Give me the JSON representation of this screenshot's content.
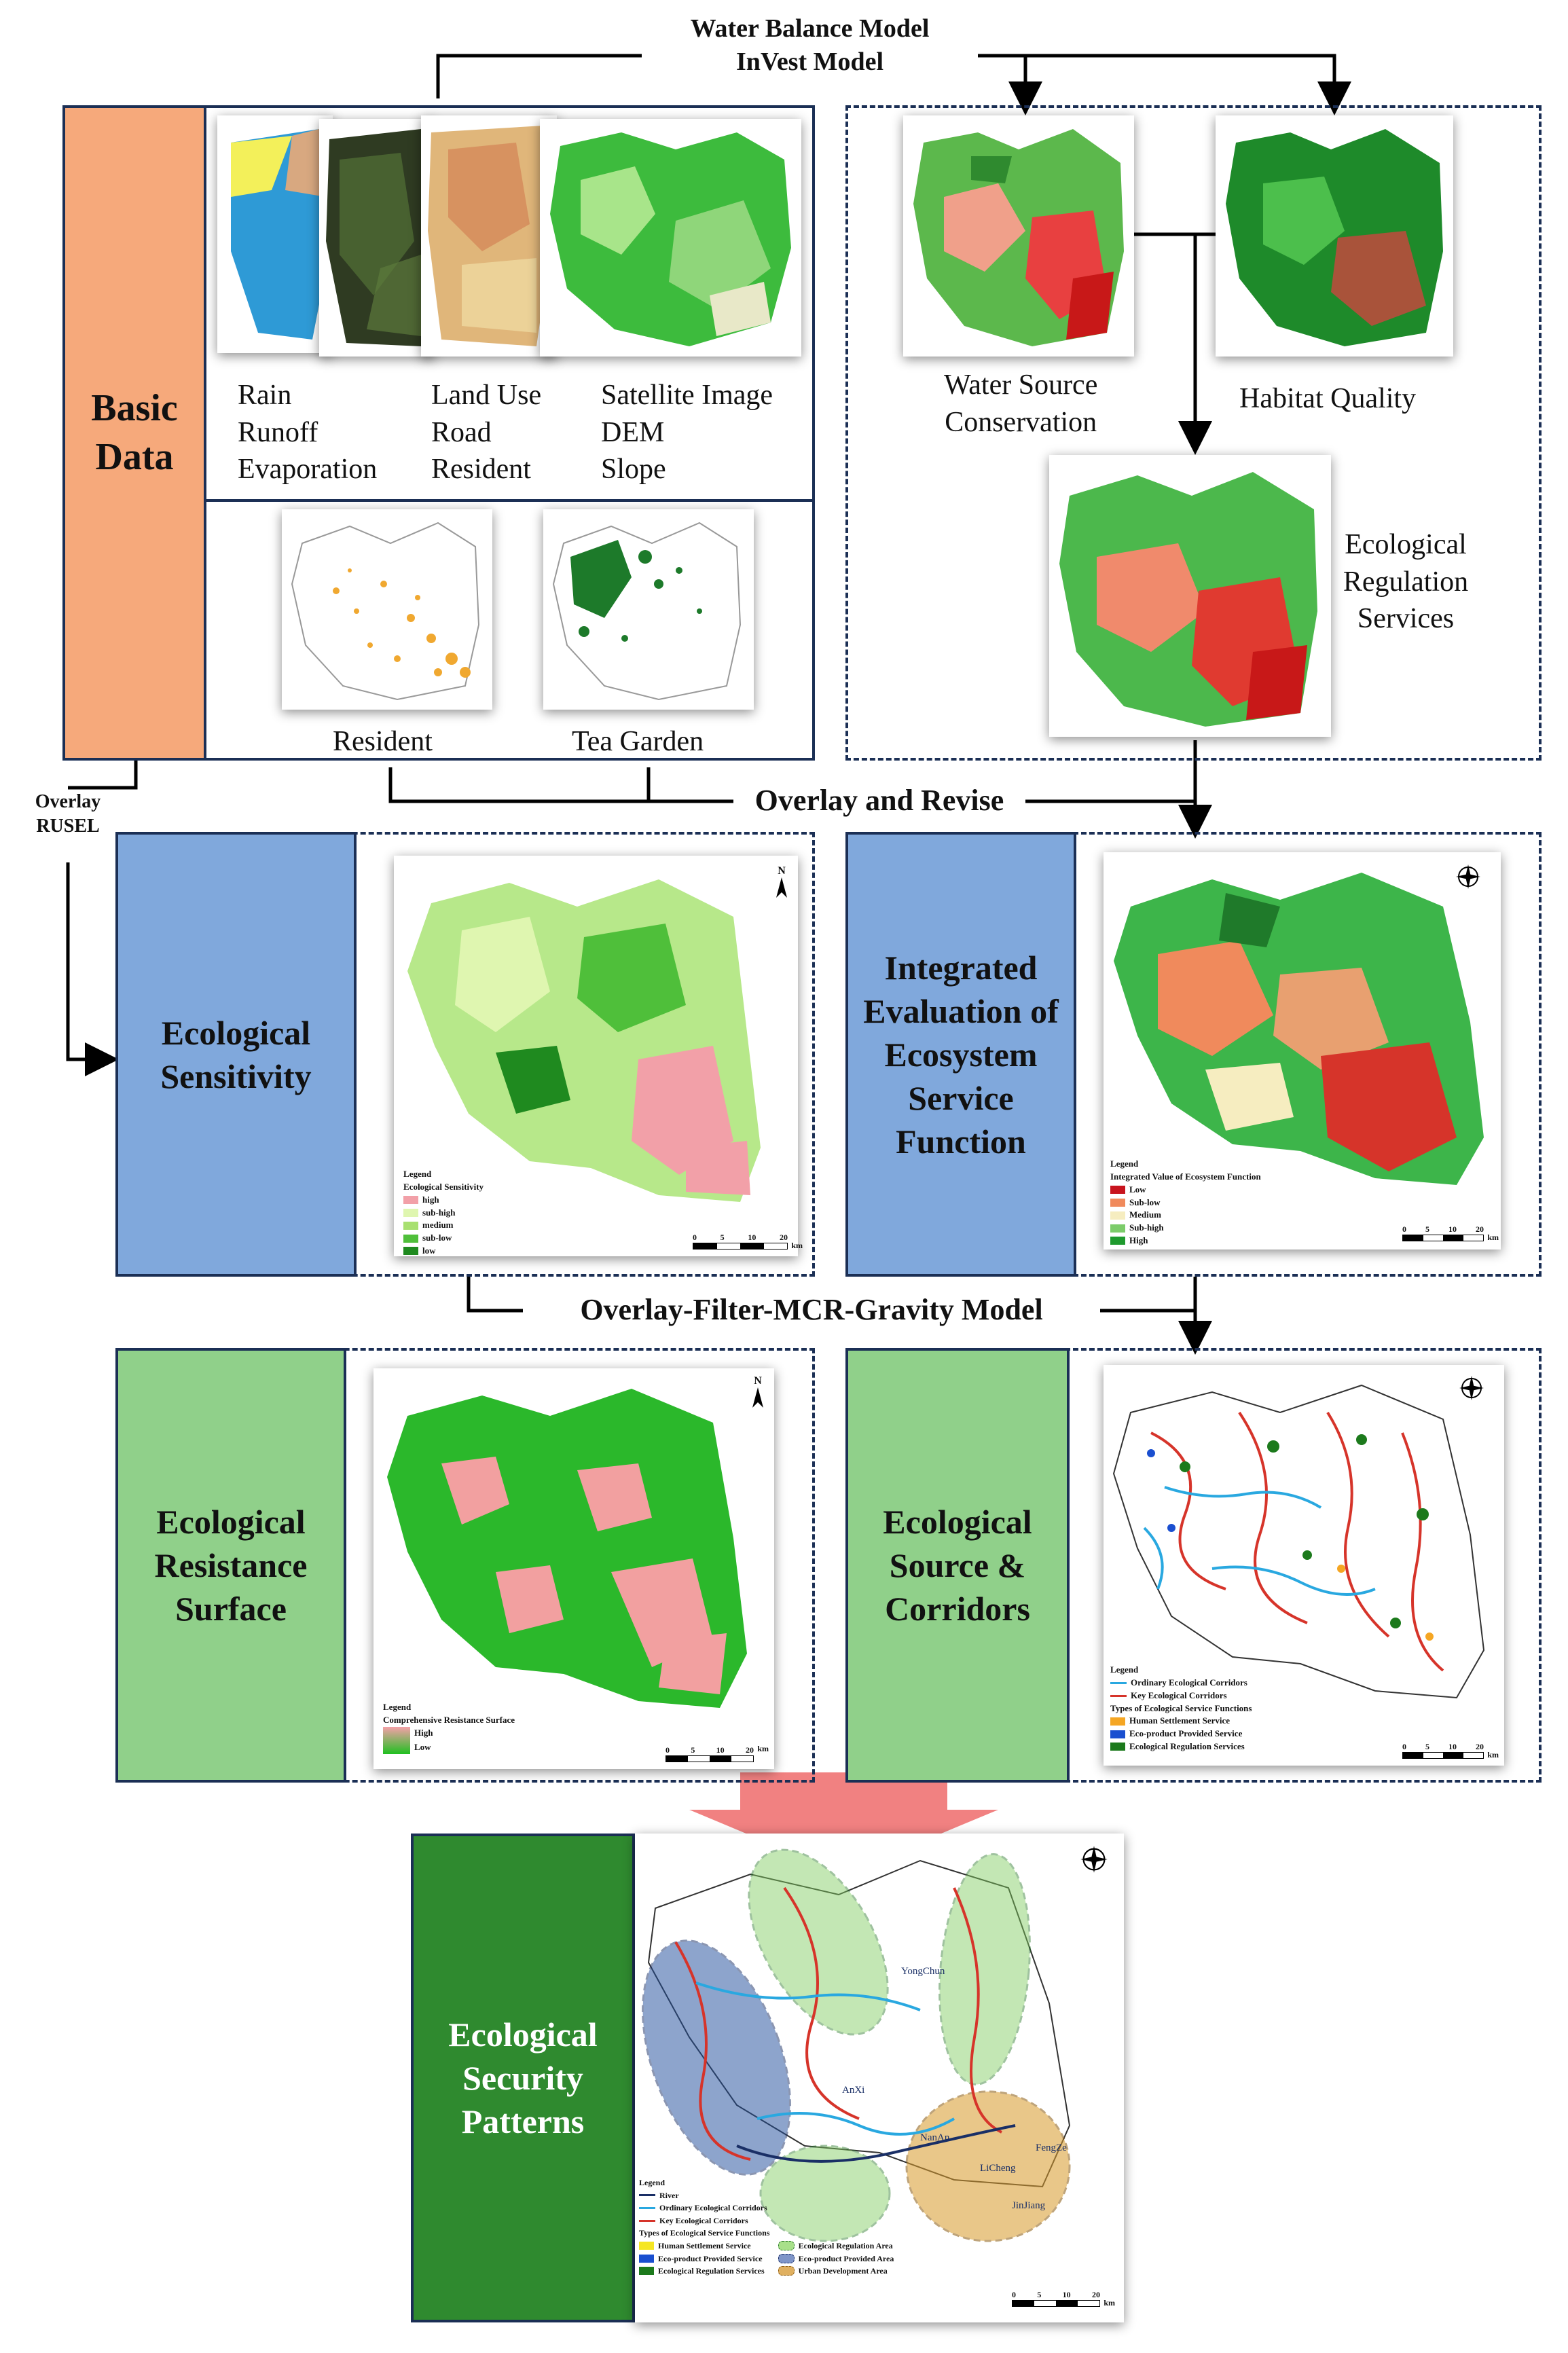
{
  "top_model": {
    "line1": "Water Balance Model",
    "line2": "InVest Model"
  },
  "basic_data": {
    "title": "Basic Data",
    "col1": [
      "Rain",
      "Runoff",
      "Evaporation"
    ],
    "col2": [
      "Land Use",
      "Road",
      "Resident"
    ],
    "col3": [
      "Satellite Image",
      "DEM",
      "Slope"
    ],
    "map_resident": "Resident",
    "map_tea": "Tea Garden"
  },
  "services": {
    "water_source": [
      "Water Source",
      "Conservation"
    ],
    "habitat": "Habitat Quality",
    "regulation": [
      "Ecological",
      "Regulation",
      "Services"
    ]
  },
  "overlay_rusel": [
    "Overlay",
    "RUSEL"
  ],
  "overlay_revise": "Overlay and Revise",
  "sensitivity": {
    "title": "Ecological Sensitivity",
    "legend_title": "Legend",
    "legend_sub": "Ecological Sensitivity",
    "items": [
      "high",
      "sub-high",
      "medium",
      "sub-low",
      "low"
    ],
    "colors": [
      "#f2a0a8",
      "#dff6b0",
      "#a8e070",
      "#4fbf3a",
      "#1f8a1f"
    ]
  },
  "integrated": {
    "title": "Integrated Evaluation of Ecosystem Service Function",
    "legend_title": "Legend",
    "legend_sub": "Integrated Value of Ecosystem Function",
    "items": [
      "Low",
      "Sub-low",
      "Medium",
      "Sub-high",
      "High"
    ],
    "colors": [
      "#c8141e",
      "#f08a5c",
      "#f6edc0",
      "#7ccc6a",
      "#1f9a2e"
    ]
  },
  "middle_model": "Overlay-Filter-MCR-Gravity Model",
  "resistance": {
    "title": "Ecological Resistance Surface",
    "legend_title": "Legend",
    "legend_sub": "Comprehensive Resistance Surface",
    "high": "High",
    "low": "Low"
  },
  "corridors": {
    "title": "Ecological Source & Corridors",
    "legend_title": "Legend",
    "lines": [
      "Ordinary Ecological Corridors",
      "Key Ecological Corridors"
    ],
    "types_title": "Types of Ecological Service Functions",
    "types": [
      "Human Settlement Service",
      "Eco-product Provided Service",
      "Ecological Regulation Services"
    ],
    "colors": {
      "ordinary": "#29a8e0",
      "key": "#d6342a",
      "human": "#f5a623",
      "eco": "#1a4fd0",
      "reg": "#1c7a1c"
    }
  },
  "patterns": {
    "title": "Ecological Security Patterns",
    "legend_title": "Legend",
    "lines": [
      "River",
      "Ordinary Ecological Corridors",
      "Key Ecological Corridors"
    ],
    "types_title": "Types of Ecological Service Functions",
    "types_left": [
      "Human Settlement Service",
      "Eco-product Provided Service",
      "Ecological Regulation Services"
    ],
    "types_right": [
      "Ecological Regulation Area",
      "Eco-product Provided Area",
      "Urban Development Area"
    ],
    "places": [
      "YongChun",
      "AnXi",
      "NanAn",
      "LiCheng",
      "FengZe",
      "JinJiang"
    ]
  },
  "scale": {
    "ticks": [
      "0",
      "5",
      "10",
      "20"
    ],
    "unit": "km"
  },
  "north": "N"
}
